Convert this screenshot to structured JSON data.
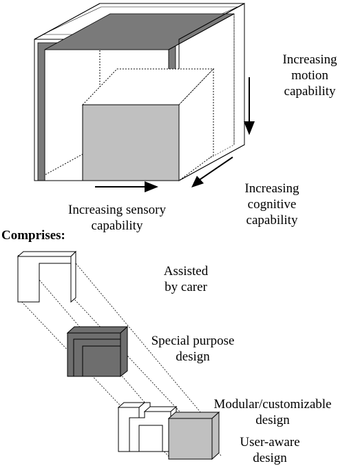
{
  "axes": {
    "motion": [
      "Increasing",
      "motion",
      "capability"
    ],
    "sensory": [
      "Increasing sensory",
      "capability"
    ],
    "cognitive": [
      "Increasing",
      "cognitive",
      "capability"
    ]
  },
  "comprises_heading": "Comprises:",
  "items": [
    {
      "lines": [
        "Assisted",
        "by carer"
      ],
      "fill": "#ffffff"
    },
    {
      "lines": [
        "Special purpose",
        "design"
      ],
      "fill": "#6e6e6e"
    },
    {
      "lines": [
        "Modular/customizable",
        "design"
      ],
      "fill": "#ffffff"
    },
    {
      "lines": [
        "User-aware",
        "design"
      ],
      "fill": "#c0c0c0"
    }
  ],
  "colors": {
    "outer_frame": "#7a7a7a",
    "inner_cube": "#c0c0c0",
    "line": "#000000"
  }
}
